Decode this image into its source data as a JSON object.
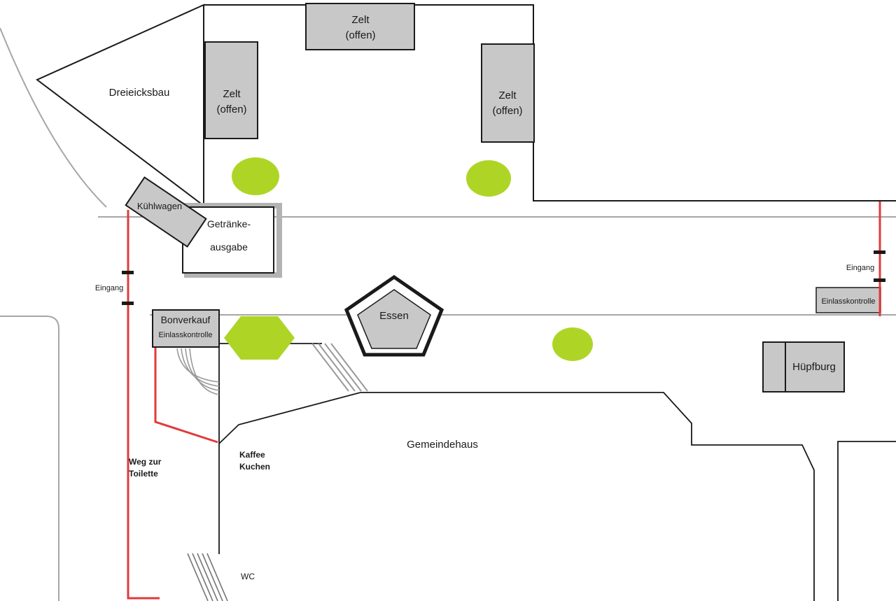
{
  "plan": {
    "colors": {
      "tent_fill": "#c8c8c8",
      "green": "#aed526",
      "red": "#e23a3a",
      "outline": "#1a1a1a",
      "street": "#a6a6a6",
      "stairs": "#999999"
    },
    "dreieicksbau": {
      "label": "Dreieicksbau"
    },
    "tents": {
      "top": {
        "line1": "Zelt",
        "line2": "(offen)"
      },
      "left": {
        "line1": "Zelt",
        "line2": "(offen)"
      },
      "right": {
        "line1": "Zelt",
        "line2": "(offen)"
      }
    },
    "kuehlwagen": {
      "label": "Kühlwagen"
    },
    "getraenkeausgabe": {
      "line1": "Getränke-",
      "line2": "ausgabe"
    },
    "entrances": {
      "left": {
        "label": "Eingang"
      },
      "right": {
        "label": "Eingang"
      }
    },
    "bonverkauf": {
      "line1": "Bonverkauf",
      "line2": "Einlasskontrolle"
    },
    "einlasskontrolle_right": {
      "label": "Einlasskontrolle"
    },
    "essen": {
      "label": "Essen"
    },
    "huepfburg": {
      "label": "Hüpfburg"
    },
    "gemeindehaus": {
      "label": "Gemeindehaus"
    },
    "kaffee_kuchen": {
      "line1": "Kaffee",
      "line2": "Kuchen"
    },
    "weg_zur_toilette": {
      "line1": "Weg zur",
      "line2": "Toilette"
    },
    "wc": {
      "label": "WC"
    }
  }
}
